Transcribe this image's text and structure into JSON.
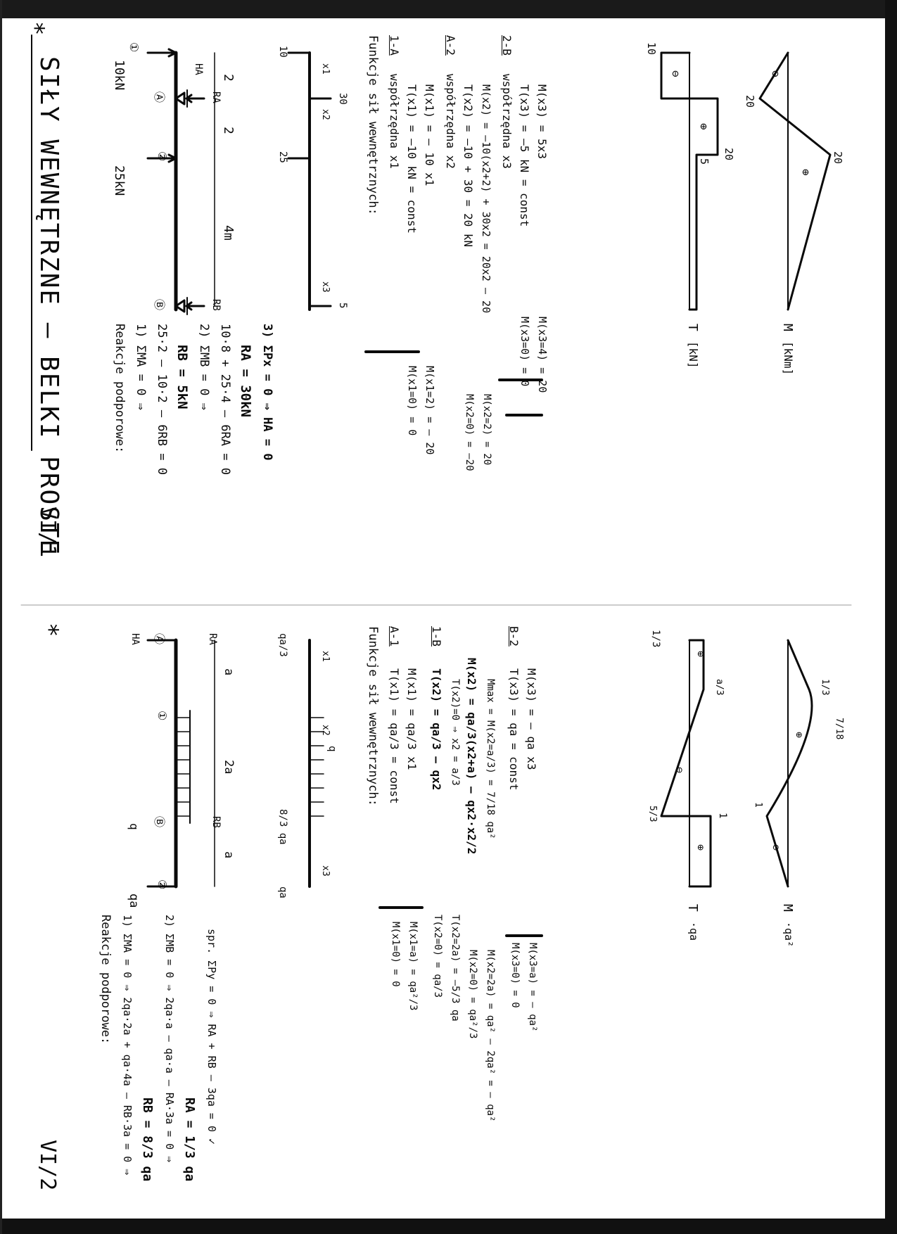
{
  "page1": {
    "marker": "*",
    "title": "SIŁY WEWNĘTRZNE – BELKI PROSTE",
    "page_number": "VI/1",
    "beam": {
      "node_1": "①",
      "node_A": "Ⓐ",
      "node_2": "②",
      "node_B": "Ⓑ",
      "load_left": "10kN",
      "load_mid": "25kN",
      "HA": "HA",
      "RA": "RA",
      "RB": "RB",
      "dim_1": "2",
      "dim_2": "2",
      "dim_3": "4m"
    },
    "reactions": {
      "heading": "Reakcje podporowe:",
      "eq1": "1) ΣMA = 0 ⇒",
      "eq1b": "25·2 – 10·2 – 6RB = 0",
      "res1": "RB = 5kN",
      "eq2": "2) ΣMB = 0 ⇒",
      "eq2b": "10·8 + 25·4 – 6RA = 0",
      "res2": "RA = 30kN",
      "eq3": "3) ΣPx = 0 ⇒ HA = 0"
    },
    "fbd": {
      "f1": "10",
      "f2": "30",
      "f3": "25",
      "f4": "5",
      "x1": "x1",
      "x2": "x2",
      "x3": "x3"
    },
    "functions": {
      "heading": "Funkcje sił wewnętrznych:",
      "s1_label": "1-A",
      "s1_coord": "współrzędna x1",
      "s1_T": "T(x1) = –10 kN = const",
      "s1_M": "M(x1) = – 10 x1",
      "s1_r1": "M(x1=0) = 0",
      "s1_r2": "M(x1=2) = – 20",
      "s2_label": "A-2",
      "s2_coord": "współrzędna x2",
      "s2_T": "T(x2) = –10 + 30 = 20 kN",
      "s2_M": "M(x2) = –10(x2+2) + 30x2 = 20x2 – 20",
      "s2_r1": "M(x2=0) = –20",
      "s2_r2": "M(x2=2) = 20",
      "s3_label": "2-B",
      "s3_coord": "współrzędna x3",
      "s3_T": "T(x3) = –5 kN = const",
      "s3_M": "M(x3) = 5x3",
      "s3_r1": "M(x3=0) = 0",
      "s3_r2": "M(x3=4) = 20"
    },
    "diagram_T": {
      "v1": "10",
      "v2": "20",
      "v3": "5",
      "label": "T",
      "unit": "[kN]",
      "sign_minus": "⊖",
      "sign_plus": "⊕"
    },
    "diagram_M": {
      "v1": "20",
      "v2": "20",
      "label": "M",
      "unit": "[kNm]",
      "sign_minus": "⊖",
      "sign_plus": "⊕"
    }
  },
  "page2": {
    "marker": "*",
    "page_number": "VI/2",
    "beam": {
      "node_A": "Ⓐ",
      "node_1": "①",
      "node_B": "Ⓑ",
      "node_2": "②",
      "load_q": "q",
      "load_end": "qa",
      "HA": "HA",
      "RA": "RA",
      "RB": "RB",
      "dim_1": "a",
      "dim_2": "2a",
      "dim_3": "a"
    },
    "reactions": {
      "heading": "Reakcje podporowe:",
      "eq1": "1) ΣMA = 0 ⇒ 2qa·2a + qa·4a – RB·3a = 0 ⇒",
      "res1": "RB = 8/3 qa",
      "eq2": "2) ΣMB = 0 ⇒ 2qa·a – qa·a – RA·3a = 0 ⇒",
      "res2": "RA = 1/3 qa",
      "check": "spr. ΣPy = 0 ⇒ RA + RB – 3qa = 0  ✓"
    },
    "fbd": {
      "f1": "qa/3",
      "f2": "q",
      "f3": "8/3 qa",
      "f4": "qa",
      "x1": "x1",
      "x2": "x2",
      "x3": "x3"
    },
    "functions": {
      "heading": "Funkcje sił wewnętrznych:",
      "s1_label": "A-1",
      "s1_T": "T(x1) = qa/3 = const",
      "s1_M": "M(x1) = qa/3 x1",
      "s1_r1": "M(x1=0) = 0",
      "s1_r2": "M(x1=a) = qa²/3",
      "s2_label": "1-B",
      "s2_T": "T(x2) = qa/3 – qx2",
      "s2_T0": "T(x2)=0 ⇒ x2 = a/3",
      "s2_M": "M(x2) = qa/3(x2+a) – qx2·x2/2",
      "s2_Mmax": "Mmax = M(x2=a/3) = 7/18 qa²",
      "s2_r1": "T(x2=0) = qa/3",
      "s2_r2": "T(x2=2a) = –5/3 qa",
      "s2_r3": "M(x2=0) = qa²/3",
      "s2_r4": "M(x2=2a) = qa² – 2qa² = – qa²",
      "s3_label": "B-2",
      "s3_T": "T(x3) = qa = const",
      "s3_M": "M(x3) = – qa x3",
      "s3_r1": "M(x3=0) = 0",
      "s3_r2": "M(x3=a) = – qa²"
    },
    "diagram_T": {
      "v1": "1/3",
      "v2": "a/3",
      "v3": "5/3",
      "v4": "1",
      "label": "T",
      "unit": "·qa",
      "sign_minus": "⊖",
      "sign_plus": "⊕"
    },
    "diagram_M": {
      "v1": "1/3",
      "v2": "7/18",
      "v3": "1",
      "label": "M",
      "unit": "·qa²",
      "sign_minus": "⊖",
      "sign_plus": "⊕"
    }
  }
}
